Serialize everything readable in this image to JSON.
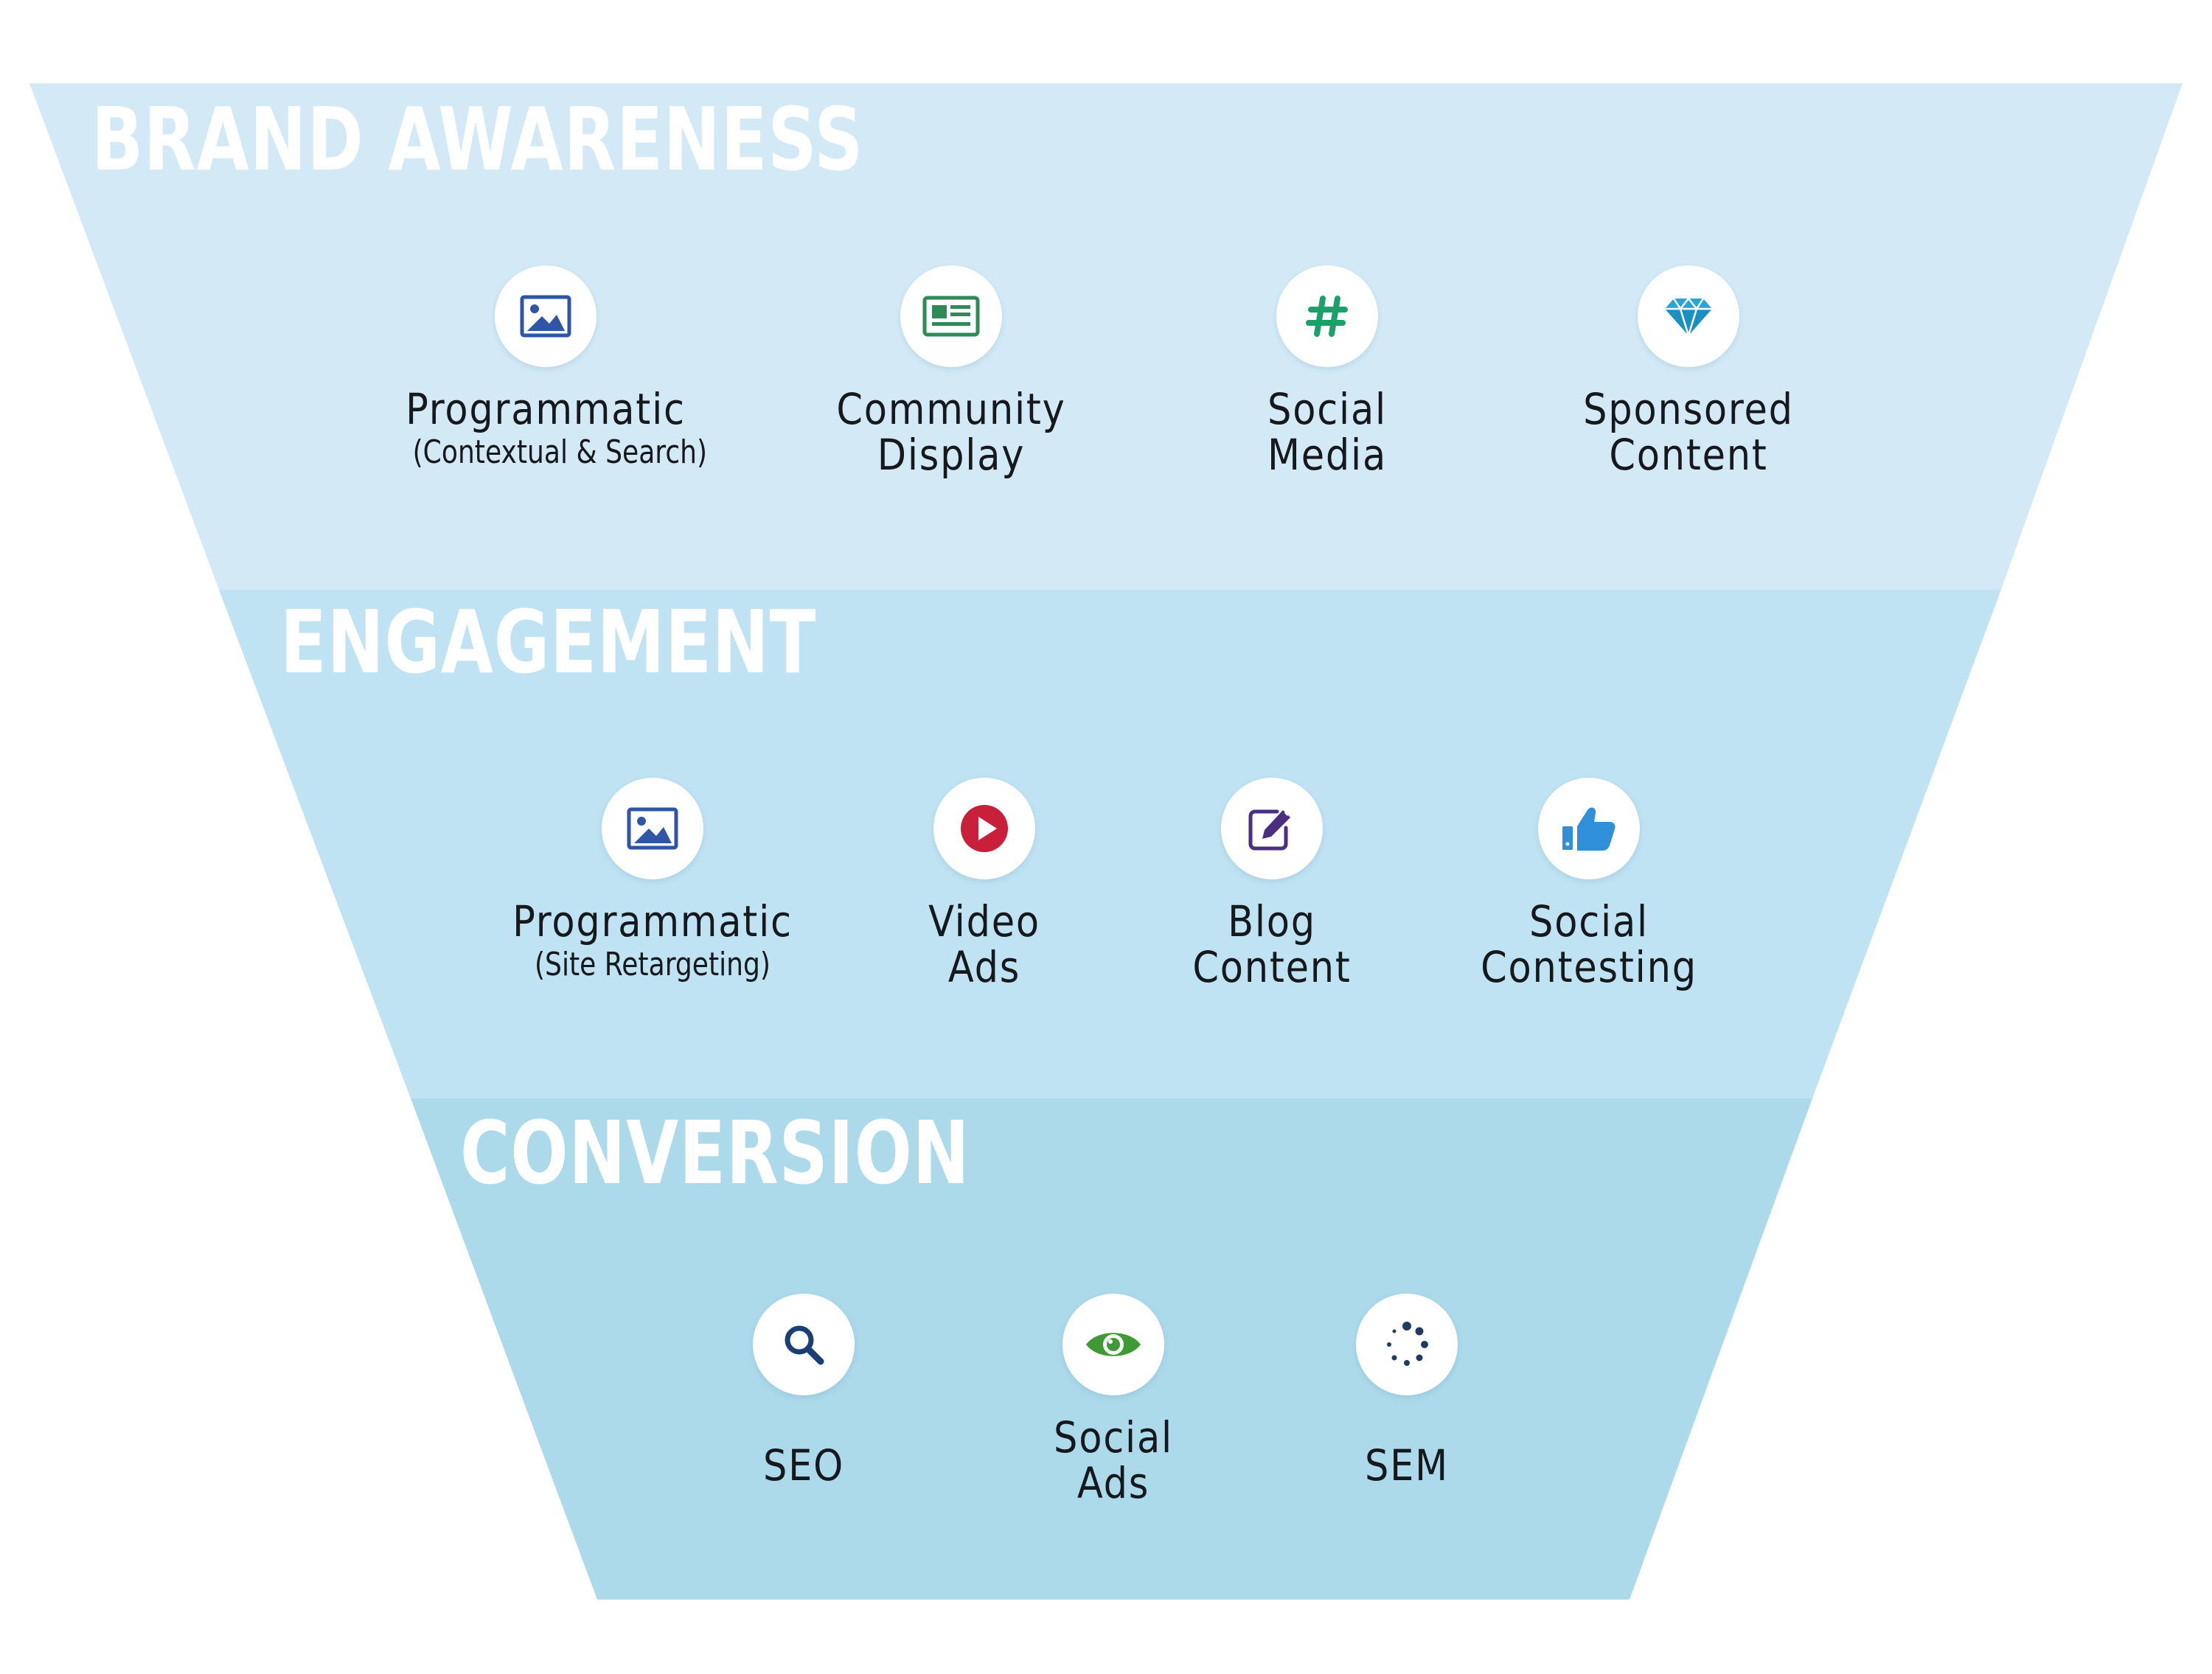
{
  "colors": {
    "band_awareness": "#d3eaf6",
    "band_engagement": "#bfe3f2",
    "band_conversion": "#acdaeb",
    "title_text": "#ffffff",
    "label_text": "#15181c",
    "icon_bg": "#ffffff"
  },
  "stages": [
    {
      "title": "BRAND AWARENESS",
      "items": [
        {
          "lines": [
            "Programmatic"
          ],
          "sub": "(Contextual & Search)",
          "icon": "image-icon",
          "icon_color": "#2f56a6"
        },
        {
          "lines": [
            "Community",
            "Display"
          ],
          "sub": "",
          "icon": "newspaper-icon",
          "icon_color": "#2e8a57"
        },
        {
          "lines": [
            "Social",
            "Media"
          ],
          "sub": "",
          "icon": "hashtag-icon",
          "icon_color": "#1ba06a"
        },
        {
          "lines": [
            "Sponsored",
            "Content"
          ],
          "sub": "",
          "icon": "diamond-icon",
          "icon_color": "#26a6d6"
        }
      ]
    },
    {
      "title": "ENGAGEMENT",
      "items": [
        {
          "lines": [
            "Programmatic"
          ],
          "sub": "(Site Retargeting)",
          "icon": "image-icon",
          "icon_color": "#2f56a6"
        },
        {
          "lines": [
            "Video",
            "Ads"
          ],
          "sub": "",
          "icon": "play-icon",
          "icon_color": "#c8203a"
        },
        {
          "lines": [
            "Blog",
            "Content"
          ],
          "sub": "",
          "icon": "edit-icon",
          "icon_color": "#4b2f7f"
        },
        {
          "lines": [
            "Social",
            "Contesting"
          ],
          "sub": "",
          "icon": "thumbs-up-icon",
          "icon_color": "#2f8fd8"
        }
      ]
    },
    {
      "title": "CONVERSION",
      "items": [
        {
          "lines": [
            "SEO"
          ],
          "sub": "",
          "icon": "search-icon",
          "icon_color": "#1c3f73"
        },
        {
          "lines": [
            "Social",
            "Ads"
          ],
          "sub": "",
          "icon": "eye-icon",
          "icon_color": "#3f9a35"
        },
        {
          "lines": [
            "SEM"
          ],
          "sub": "",
          "icon": "loading-dots-icon",
          "icon_color": "#1f3b60"
        }
      ]
    }
  ]
}
